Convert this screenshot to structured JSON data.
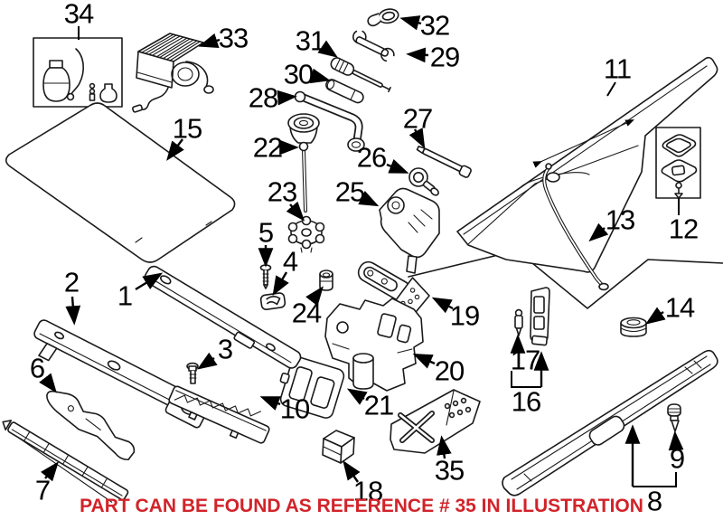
{
  "caption": {
    "text": "PART CAN BE FOUND AS REFERENCE # 35 IN ILLUSTRATION",
    "color": "#D2232A"
  },
  "diagram": {
    "kind": "exploded-parts-illustration",
    "line_color": "#1a1a1a",
    "background": "#ffffff",
    "part_count": 35,
    "highlighted_reference": "35"
  },
  "parts": {
    "p1": "1",
    "p2": "2",
    "p3": "3",
    "p4": "4",
    "p5": "5",
    "p6": "6",
    "p7": "7",
    "p8": "8",
    "p9": "9",
    "p10": "10",
    "p11": "11",
    "p12": "12",
    "p13": "13",
    "p14": "14",
    "p15": "15",
    "p16": "16",
    "p17": "17",
    "p18": "18",
    "p19": "19",
    "p20": "20",
    "p21": "21",
    "p22": "22",
    "p23": "23",
    "p24": "24",
    "p25": "25",
    "p26": "26",
    "p27": "27",
    "p28": "28",
    "p29": "29",
    "p30": "30",
    "p31": "31",
    "p32": "32",
    "p33": "33",
    "p34": "34",
    "p35": "35"
  }
}
